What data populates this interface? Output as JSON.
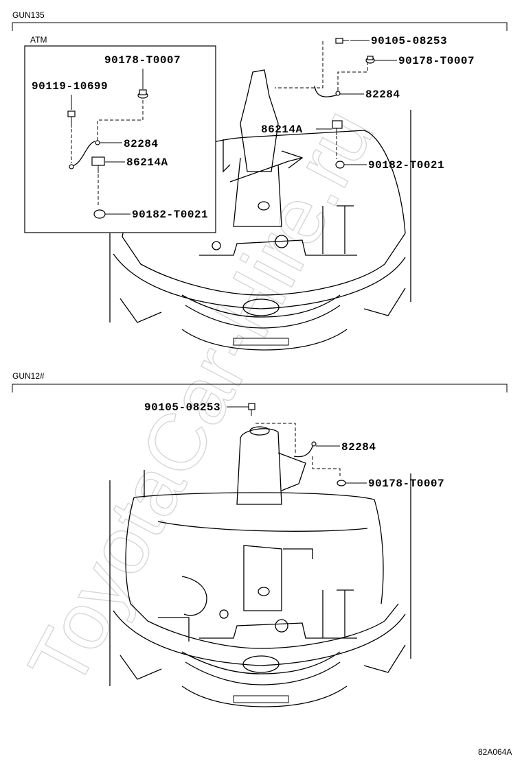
{
  "watermark": "ToyotaCar-Hire.ru",
  "diagram_ref": "82A064A",
  "sections": [
    {
      "label": "GUN135",
      "inset_label": "ATM",
      "parts": [
        {
          "number": "90105-08253"
        },
        {
          "number": "90178-T0007"
        },
        {
          "number": "82284"
        },
        {
          "number": "86214A"
        },
        {
          "number": "90182-T0021"
        }
      ],
      "inset_parts": [
        {
          "number": "90178-T0007"
        },
        {
          "number": "90119-10699"
        },
        {
          "number": "82284"
        },
        {
          "number": "86214A"
        },
        {
          "number": "90182-T0021"
        }
      ]
    },
    {
      "label": "GUN12#",
      "parts": [
        {
          "number": "90105-08253"
        },
        {
          "number": "82284"
        },
        {
          "number": "90178-T0007"
        }
      ]
    }
  ]
}
